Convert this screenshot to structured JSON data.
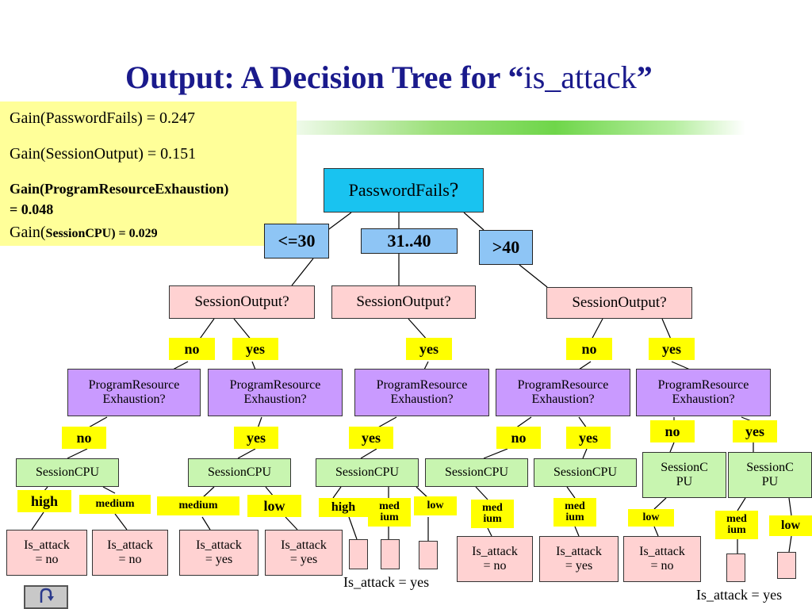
{
  "title": {
    "prefix": "Output: A Decision Tree for ",
    "open_quote": "“",
    "target": "is_attack",
    "close_quote": "”"
  },
  "gains": [
    "Gain(PasswordFails) = 0.247",
    "Gain(SessionOutput) = 0.151",
    "Gain(ProgramResourceExhaustion)",
    " = 0.048",
    "Gain(",
    "SessionCPU) = 0.029"
  ],
  "root": {
    "label": "PasswordFails",
    "mark": "?"
  },
  "ranges": [
    "<=30",
    "31..40",
    ">40"
  ],
  "session_output": [
    "SessionOutput?",
    "SessionOutput?",
    "SessionOutput?"
  ],
  "so_labels": [
    "no",
    "yes",
    "yes",
    "no",
    "yes"
  ],
  "pre": [
    {
      "l1": "ProgramResource",
      "l2": "Exhaustion?"
    },
    {
      "l1": "ProgramResource",
      "l2": "Exhaustion?"
    },
    {
      "l1": "ProgramResource",
      "l2": "Exhaustion?"
    },
    {
      "l1": "ProgramResource",
      "l2": "Exhaustion?"
    },
    {
      "l1": "ProgramResource",
      "l2": "Exhaustion?"
    }
  ],
  "pre_labels": [
    "no",
    "yes",
    "yes",
    "no",
    "yes",
    "no",
    "yes"
  ],
  "cpu": [
    "SessionCPU",
    "SessionCPU",
    "SessionCPU",
    "SessionCPU",
    "SessionCPU"
  ],
  "cpu_split": [
    {
      "l1": "SessionC",
      "l2": "PU"
    },
    {
      "l1": "SessionC",
      "l2": "PU"
    }
  ],
  "cpu_labels": {
    "high1": "high",
    "medium1": "medium",
    "medium2": "medium",
    "low1": "low",
    "high2": "high",
    "medium3": {
      "l1": "med",
      "l2": "ium"
    },
    "low2": "low",
    "medium4": {
      "l1": "med",
      "l2": "ium"
    },
    "medium5": {
      "l1": "med",
      "l2": "ium"
    },
    "low3": "low",
    "medium6": {
      "l1": "med",
      "l2": "ium"
    },
    "low4": "low"
  },
  "leaves": [
    {
      "l1": "Is_attack",
      "l2": "= no"
    },
    {
      "l1": "Is_attack",
      "l2": "= no"
    },
    {
      "l1": "Is_attack",
      "l2": "= yes"
    },
    {
      "l1": "Is_attack",
      "l2": "= yes"
    },
    {
      "l1": "Is_attack",
      "l2": "= no"
    },
    {
      "l1": "Is_attack",
      "l2": "= yes"
    },
    {
      "l1": "Is_attack",
      "l2": "= no"
    }
  ],
  "captions": [
    "Is_attack = yes",
    "Is_attack = yes"
  ],
  "nav": {
    "icon": "return-arrow-icon"
  }
}
